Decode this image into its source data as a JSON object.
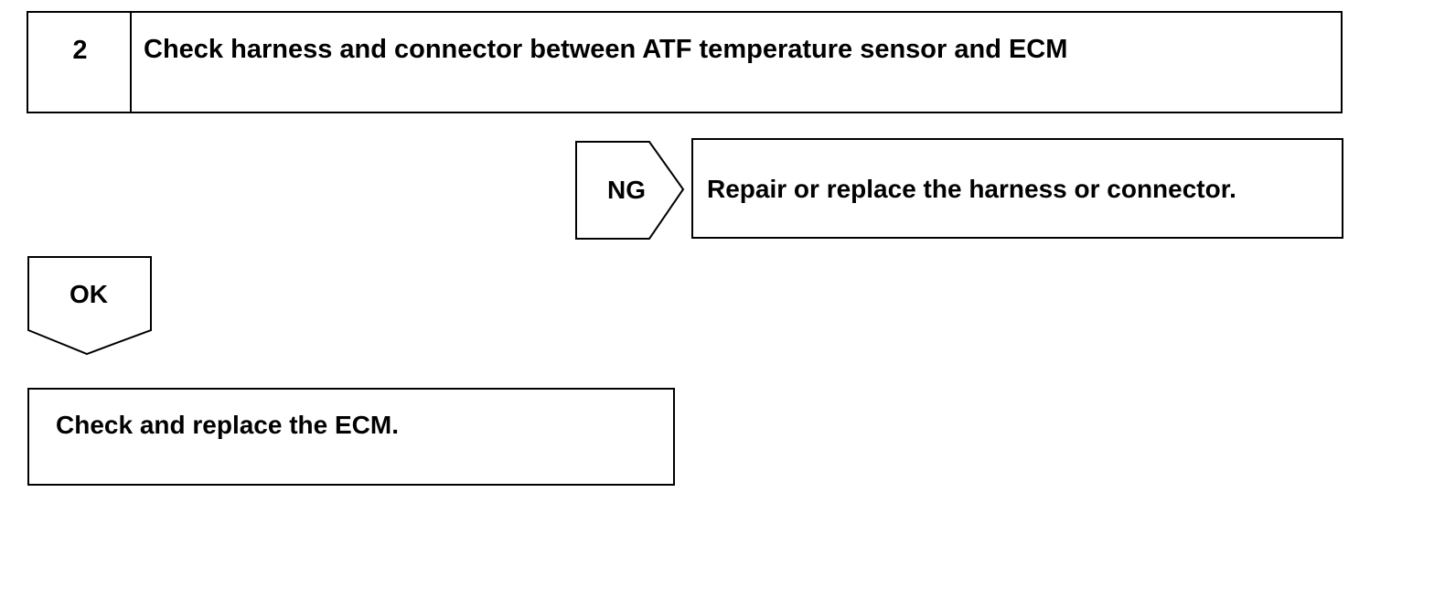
{
  "step": {
    "number": "2",
    "title": "Check harness and connector between ATF temperature sensor and ECM"
  },
  "ng_branch": {
    "label": "NG",
    "action": "Repair or replace the harness or connector."
  },
  "ok_branch": {
    "label": "OK"
  },
  "final_step": {
    "action": "Check and replace the ECM."
  }
}
